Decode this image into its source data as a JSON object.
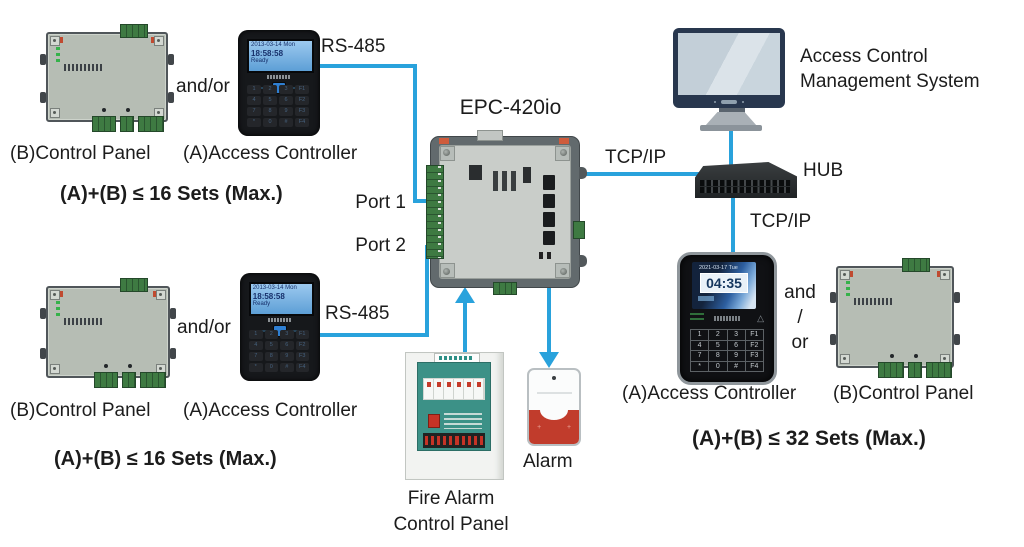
{
  "colors": {
    "line": "#29a2dc",
    "accent_red": "#c13c2c",
    "fire_teal": "#3c9187"
  },
  "epc": {
    "title": "EPC-420io"
  },
  "management_system": {
    "line1": "Access Control",
    "line2": "Management System"
  },
  "hub": {
    "label": "HUB"
  },
  "links": {
    "tcpip_top": "TCP/IP",
    "tcpip_right": "TCP/IP",
    "rs485_top": "RS-485",
    "rs485_bottom": "RS-485",
    "port1": "Port 1",
    "port2": "Port 2"
  },
  "group_top_left": {
    "panel": "(B)Control Panel",
    "controller": "(A)Access Controller",
    "andor": "and/or",
    "limit": "(A)+(B) ≤ 16 Sets (Max.)"
  },
  "group_bottom_left": {
    "panel": "(B)Control Panel",
    "controller": "(A)Access Controller",
    "andor": "and/or",
    "limit": "(A)+(B) ≤ 16 Sets (Max.)"
  },
  "group_right": {
    "controller": "(A)Access Controller",
    "panel": "(B)Control Panel",
    "and": "and",
    "slash": "/",
    "or": "or",
    "limit": "(A)+(B) ≤ 32 Sets (Max.)"
  },
  "fire_alarm": {
    "line1": "Fire Alarm",
    "line2": "Control Panel"
  },
  "alarm": {
    "label": "Alarm"
  },
  "reader_lcd": {
    "date": "2013-03-14 Mon",
    "time": "18:58:58",
    "status": "Ready"
  },
  "touch_reader": {
    "date": "2021-03-17 Tue",
    "time": "04:35"
  },
  "keypad": {
    "keys": [
      "1",
      "2",
      "3",
      "F1",
      "4",
      "5",
      "6",
      "F2",
      "7",
      "8",
      "9",
      "F3",
      "*",
      "0",
      "#",
      "F4"
    ]
  }
}
